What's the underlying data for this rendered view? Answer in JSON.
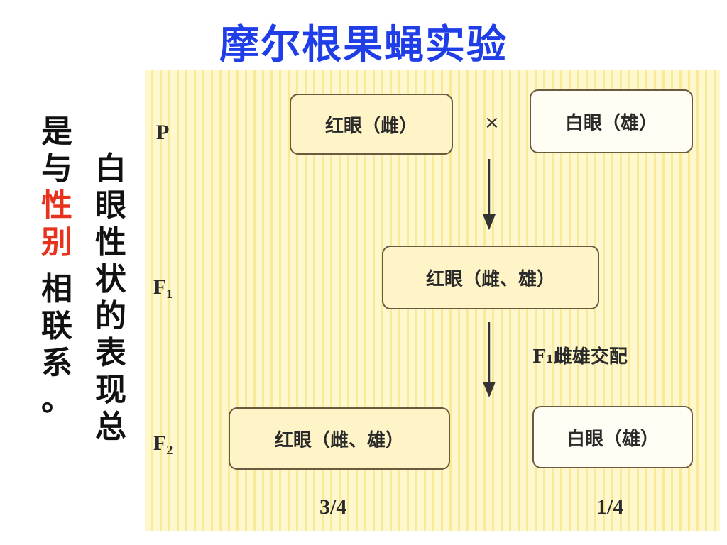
{
  "title": "摩尔根果蝇实验",
  "side_text": {
    "right_column": [
      "白",
      "眼",
      "性",
      "状",
      "的",
      "表",
      "现",
      "总"
    ],
    "left_column": {
      "before_red": [
        "是",
        "与"
      ],
      "red": [
        "性",
        "别"
      ],
      "after_red": [
        "相",
        "联",
        "系",
        "。"
      ]
    },
    "highlight_color": "#e8321e"
  },
  "diagram": {
    "generation_labels": {
      "p": "P",
      "f1": "F₁",
      "f2": "F₂"
    },
    "p_cross": {
      "left_box": "红眼（雌）",
      "symbol": "×",
      "right_box": "白眼（雄）"
    },
    "f1_box": "红眼（雌、雄）",
    "f1_cross_note": "F₁雌雄交配",
    "f2": {
      "left_box": "红眼（雌、雄）",
      "right_box": "白眼（雄）",
      "left_ratio": "3/4",
      "right_ratio": "1/4"
    },
    "colors": {
      "title": "#1f3ee8",
      "panel_stripe_light": "#fff8cf",
      "panel_stripe_dark": "#f8ea98"
    }
  }
}
